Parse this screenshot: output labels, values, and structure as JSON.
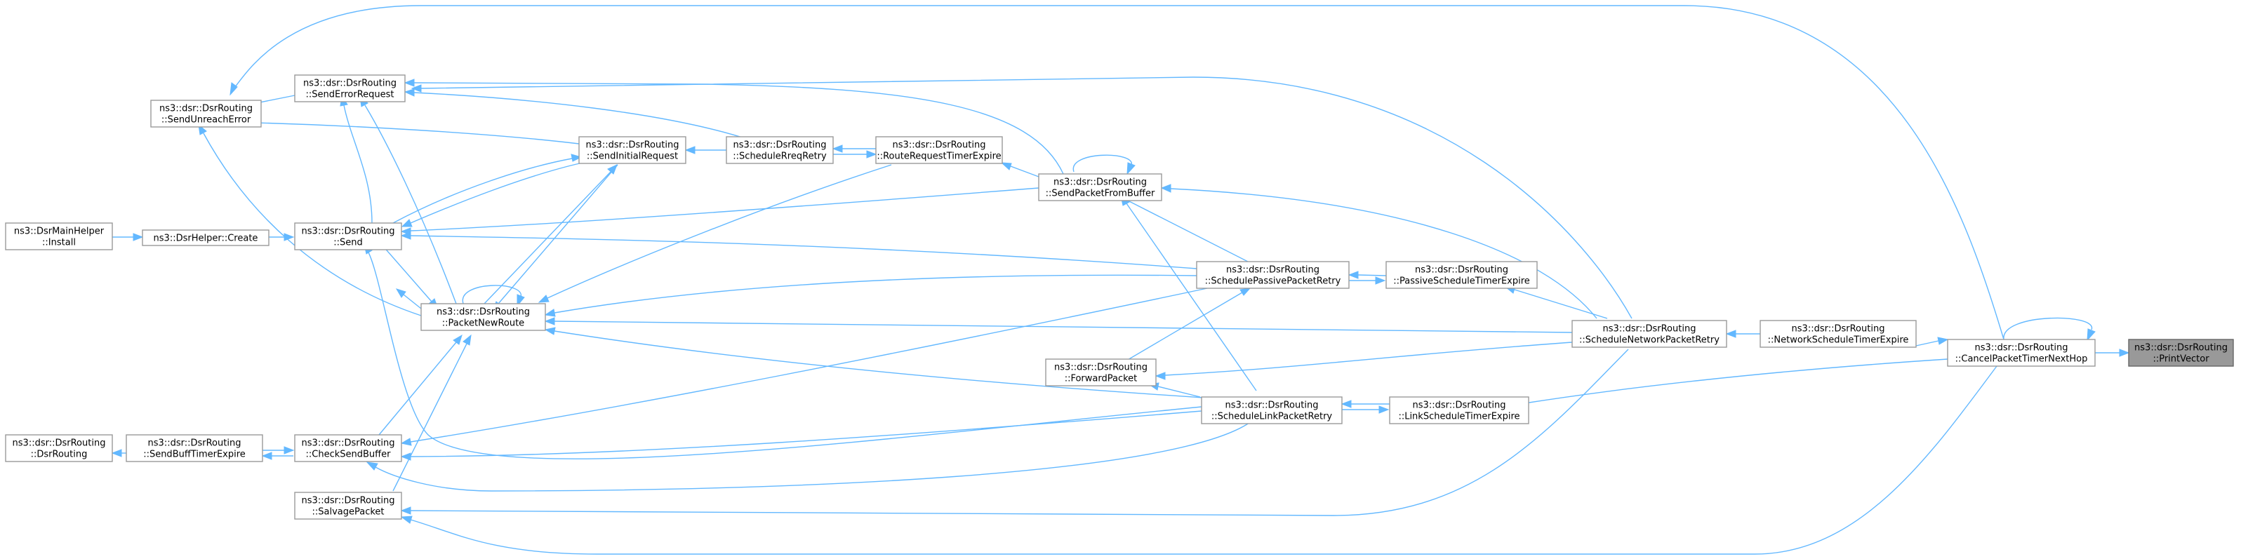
{
  "graph": {
    "nodes": {
      "printvector": {
        "lines": [
          "ns3::dsr::DsrRouting",
          "::PrintVector"
        ],
        "highlight": true
      },
      "cancel": {
        "lines": [
          "ns3::dsr::DsrRouting",
          "::CancelPacketTimerNextHop"
        ]
      },
      "netsched": {
        "lines": [
          "ns3::dsr::DsrRouting",
          "::NetworkScheduleTimerExpire"
        ]
      },
      "schednet": {
        "lines": [
          "ns3::dsr::DsrRouting",
          "::ScheduleNetworkPacketRetry"
        ]
      },
      "passsched": {
        "lines": [
          "ns3::dsr::DsrRouting",
          "::PassiveScheduleTimerExpire"
        ]
      },
      "linksched": {
        "lines": [
          "ns3::dsr::DsrRouting",
          "::LinkScheduleTimerExpire"
        ]
      },
      "schedpass": {
        "lines": [
          "ns3::dsr::DsrRouting",
          "::SchedulePassivePacketRetry"
        ]
      },
      "schedlink": {
        "lines": [
          "ns3::dsr::DsrRouting",
          "::ScheduleLinkPacketRetry"
        ]
      },
      "forward": {
        "lines": [
          "ns3::dsr::DsrRouting",
          "::ForwardPacket"
        ]
      },
      "sendfrombuf": {
        "lines": [
          "ns3::dsr::DsrRouting",
          "::SendPacketFromBuffer"
        ]
      },
      "routereq": {
        "lines": [
          "ns3::dsr::DsrRouting",
          "::RouteRequestTimerExpire"
        ]
      },
      "schedrreq": {
        "lines": [
          "ns3::dsr::DsrRouting",
          "::ScheduleRreqRetry"
        ]
      },
      "sendinit": {
        "lines": [
          "ns3::dsr::DsrRouting",
          "::SendInitialRequest"
        ]
      },
      "senderr": {
        "lines": [
          "ns3::dsr::DsrRouting",
          "::SendErrorRequest"
        ]
      },
      "send": {
        "lines": [
          "ns3::dsr::DsrRouting",
          "::Send"
        ]
      },
      "pnr": {
        "lines": [
          "ns3::dsr::DsrRouting",
          "::PacketNewRoute"
        ]
      },
      "checkbuf": {
        "lines": [
          "ns3::dsr::DsrRouting",
          "::CheckSendBuffer"
        ]
      },
      "salvage": {
        "lines": [
          "ns3::dsr::DsrRouting",
          "::SalvagePacket"
        ]
      },
      "unreach": {
        "lines": [
          "ns3::dsr::DsrRouting",
          "::SendUnreachError"
        ]
      },
      "create": {
        "lines": [
          "ns3::DsrHelper::Create"
        ]
      },
      "install": {
        "lines": [
          "ns3::DsrMainHelper",
          "::Install"
        ]
      },
      "buffexp": {
        "lines": [
          "ns3::dsr::DsrRouting",
          "::SendBuffTimerExpire"
        ]
      },
      "ctor": {
        "lines": [
          "ns3::dsr::DsrRouting",
          "::DsrRouting"
        ]
      }
    }
  }
}
